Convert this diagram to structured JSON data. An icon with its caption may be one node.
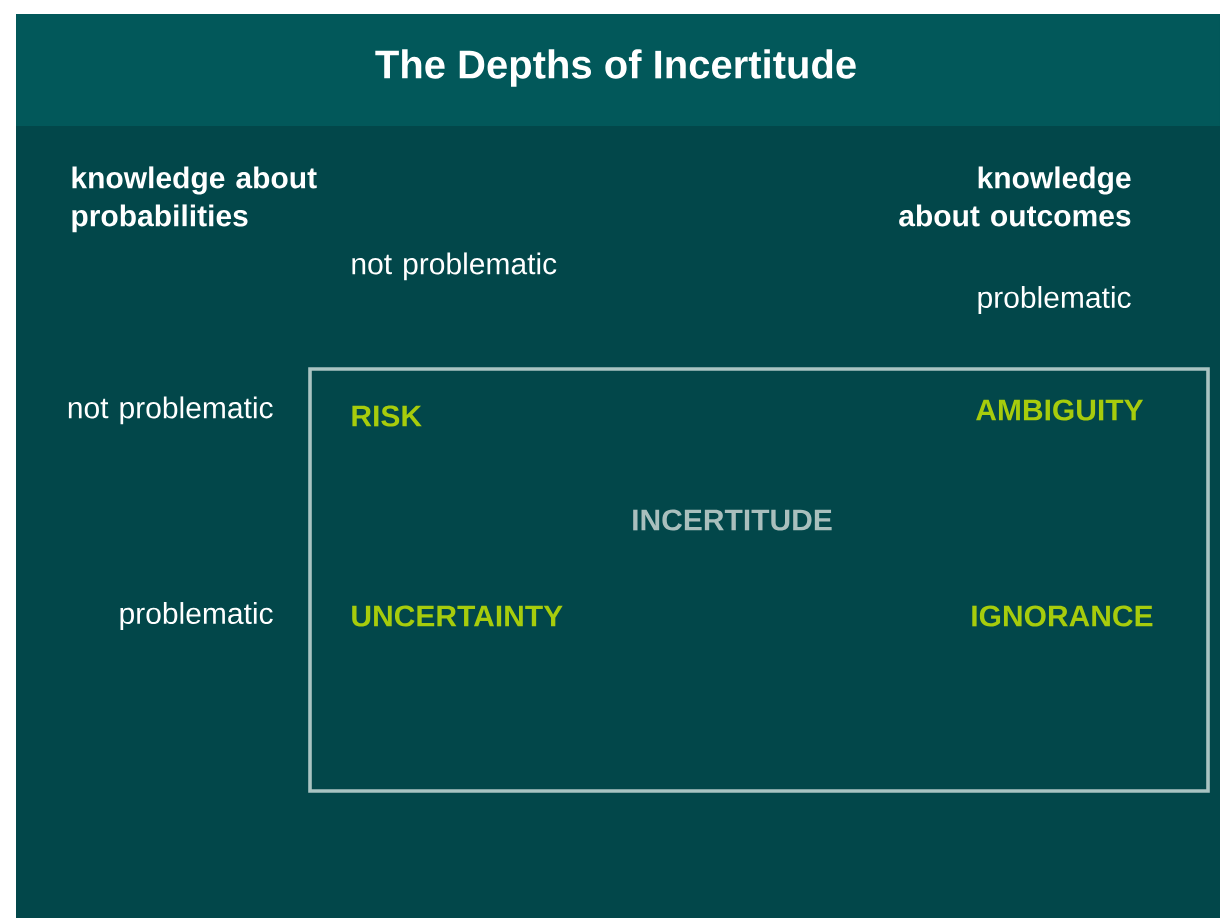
{
  "diagram": {
    "title": "The Depths of Incertitude",
    "nodes": [
      {
        "text": [
          "RISK",
          "AMBIGUITY",
          "INCERTITUDE",
          "UNCERTAINTY",
          "IGNORANCE"
        ]
      }
    ],
    "labels": [
      "knowledge about probabilities",
      "knowledge about outcomes",
      "not problematic",
      "problematic",
      "not problematic",
      "problematic"
    ]
  }
}
